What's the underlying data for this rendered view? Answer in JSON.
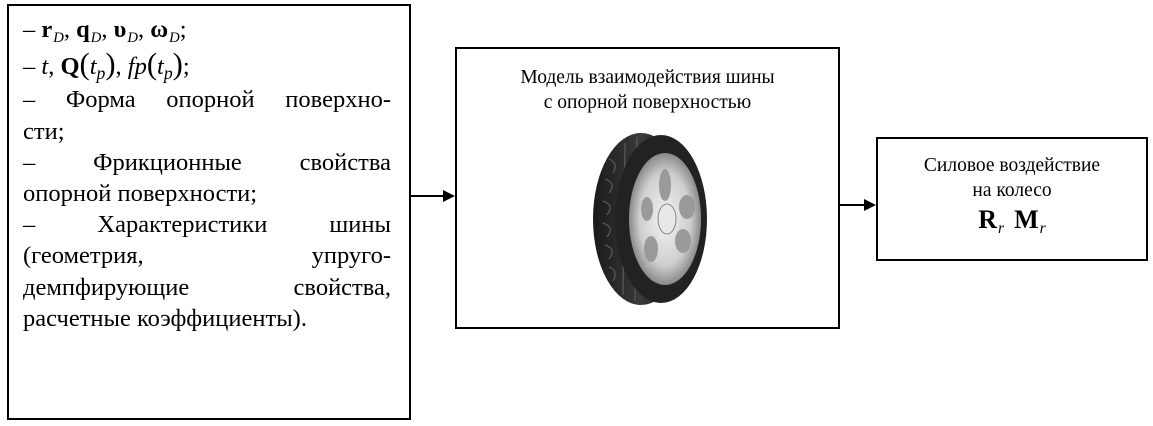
{
  "inputs": {
    "line1": {
      "dash": "–",
      "r": "r",
      "r_sub": "D",
      "q": "q",
      "q_sub": "D",
      "v": "υ",
      "v_sub": "D",
      "w": "ω",
      "w_sub": "D",
      "end": ";"
    },
    "line2": {
      "dash": "–",
      "t": "t",
      "Q": "Q",
      "tp_t": "t",
      "tp_sub": "p",
      "fp": "fp",
      "end": ";"
    },
    "items": [
      "– Форма опорной поверхно-",
      "сти;",
      "– Фрикционные свойства",
      "опорной поверхности;",
      "– Характеристики шины",
      "(геометрия, упруго-",
      "демпфирующие свойства,",
      "расчетные коэффициенты)."
    ]
  },
  "model": {
    "title_line1": "Модель взаимодействия шины",
    "title_line2": "с опорной поверхностью"
  },
  "output": {
    "title_line1": "Силовое воздействие",
    "title_line2": "на колесо",
    "R": "R",
    "R_sub": "r",
    "M": "M",
    "M_sub": "r"
  }
}
